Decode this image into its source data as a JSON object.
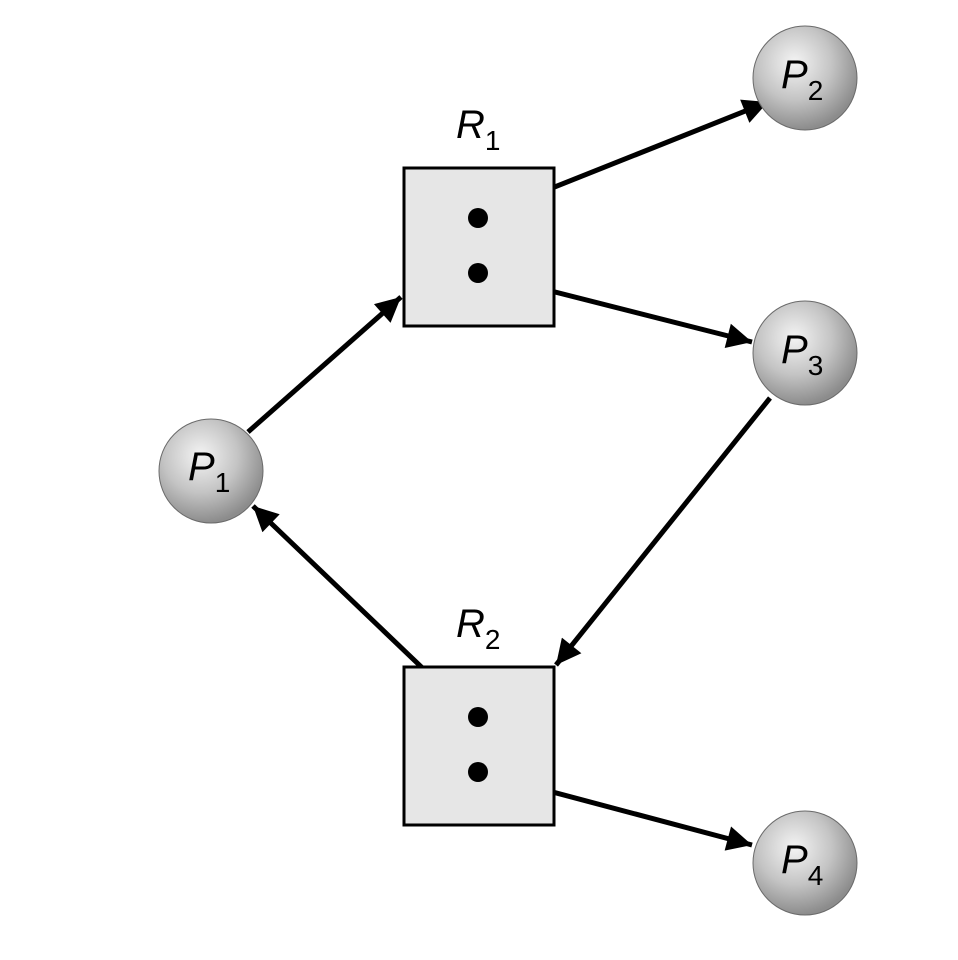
{
  "processes": [
    {
      "id": "P1",
      "letter": "P",
      "sub": "1"
    },
    {
      "id": "P2",
      "letter": "P",
      "sub": "2"
    },
    {
      "id": "P3",
      "letter": "P",
      "sub": "3"
    },
    {
      "id": "P4",
      "letter": "P",
      "sub": "4"
    }
  ],
  "resources": [
    {
      "id": "R1",
      "letter": "R",
      "sub": "1",
      "instances": 2
    },
    {
      "id": "R2",
      "letter": "R",
      "sub": "2",
      "instances": 2
    }
  ],
  "edges": [
    {
      "from": "P1",
      "to": "R1",
      "type": "request"
    },
    {
      "from": "R1",
      "to": "P2",
      "type": "assignment"
    },
    {
      "from": "R1",
      "to": "P3",
      "type": "assignment"
    },
    {
      "from": "P3",
      "to": "R2",
      "type": "request"
    },
    {
      "from": "R2",
      "to": "P1",
      "type": "assignment"
    },
    {
      "from": "R2",
      "to": "P4",
      "type": "assignment"
    }
  ],
  "colors": {
    "node_fill_light": "#f2f2f2",
    "node_fill_dark": "#8a8a8a",
    "resource_fill": "#e6e6e6",
    "stroke": "#000000"
  }
}
